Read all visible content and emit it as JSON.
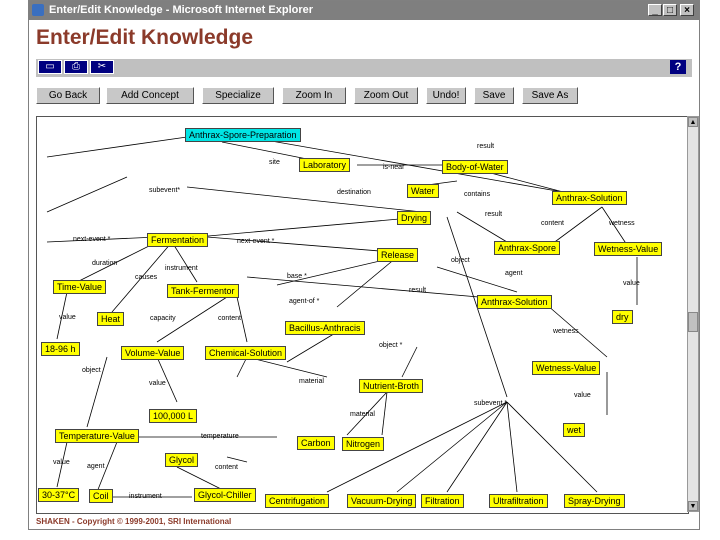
{
  "window": {
    "title": "Enter/Edit Knowledge - Microsoft Internet Explorer",
    "minimize": "_",
    "maximize": "□",
    "close": "×"
  },
  "page": {
    "title": "Enter/Edit Knowledge"
  },
  "toolbar": {
    "help_label": "?"
  },
  "buttons": [
    {
      "label": "Go Back"
    },
    {
      "label": "Add Concept"
    },
    {
      "label": "Specialize"
    },
    {
      "label": "Zoom In"
    },
    {
      "label": "Zoom Out"
    },
    {
      "label": "Undo!"
    },
    {
      "label": "Save"
    },
    {
      "label": "Save As"
    }
  ],
  "nodes": {
    "anthrax_spore_prep": "Anthrax-Spore-Preparation",
    "laboratory": "Laboratory",
    "body_of_water": "Body-of-Water",
    "water": "Water",
    "anthrax_solution": "Anthrax-Solution",
    "drying": "Drying",
    "fermentation": "Fermentation",
    "release": "Release",
    "anthrax_spore": "Anthrax-Spore",
    "wetness_value_1": "Wetness-Value",
    "time_value": "Time-Value",
    "tank_fermentor": "Tank-Fermentor",
    "anthrax_solution_2": "Anthrax-Solution",
    "dry": "dry",
    "heat": "Heat",
    "bacillus_anthracis": "Bacillus-Anthracis",
    "hours": "18-96 h",
    "volume_value": "Volume-Value",
    "chemical_solution": "Chemical-Solution",
    "nutrient_broth": "Nutrient-Broth",
    "wetness_value_2": "Wetness-Value",
    "liters": "100,000 L",
    "wet": "wet",
    "temperature_value": "Temperature-Value",
    "carbon": "Carbon",
    "nitrogen": "Nitrogen",
    "glycol": "Glycol",
    "degrees": "30-37°C",
    "coil": "Coil",
    "glycol_chiller": "Glycol-Chiller",
    "centrifugation": "Centrifugation",
    "vacuum_drying": "Vacuum-Drying",
    "filtration": "Filtration",
    "ultrafiltration": "Ultrafiltration",
    "spray_drying": "Spray-Drying"
  },
  "relations": {
    "site": "site",
    "result_top": "result",
    "is_near": "is-near",
    "subevent": "subevent*",
    "destination": "destination",
    "contains": "contains",
    "result_mid": "result",
    "next_event_1": "next-event *",
    "content_1": "content",
    "wetness_1": "wetness",
    "next_event_2": "next-event *",
    "duration": "duration",
    "instrument": "instrument",
    "object_1": "object",
    "causes": "causes",
    "base": "base *",
    "agent": "agent",
    "result_low": "result",
    "value_1": "value",
    "value_2": "value",
    "capacity": "capacity",
    "content_2": "content",
    "agent_of": "agent-of *",
    "wetness_2": "wetness",
    "object_2": "object",
    "object_3": "object *",
    "value_3": "value",
    "material_1": "material",
    "value_4": "value",
    "subevent_2": "subevent *",
    "material_2": "material",
    "temperature": "temperature",
    "value_5": "value",
    "agent_2": "agent",
    "content_3": "content",
    "instrument_2": "instrument"
  },
  "footer": {
    "text": "SHAKEN -  Copyright © 1999-2001, SRI International"
  },
  "colors": {
    "node": "#ffff00",
    "root_node": "#00e5e5",
    "title": "#8b3a2a",
    "titlebar": "#7f7f7f"
  }
}
